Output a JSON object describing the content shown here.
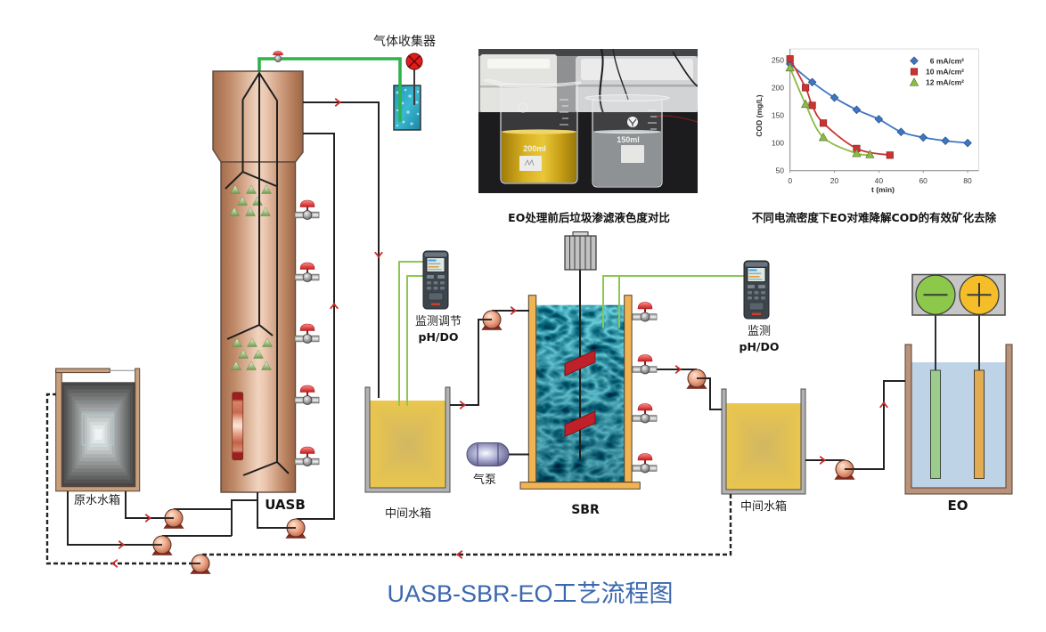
{
  "title": "UASB-SBR-EO工艺流程图",
  "colors": {
    "title": "#3b67ae",
    "pipe": "#222222",
    "flow_arrow": "#d02a2a",
    "gas_line": "#2db34a",
    "probe_line": "#8cc850",
    "raw_water_edge": "#474747",
    "raw_water_center": "#eef4f4",
    "intermediate_liquid_edge": "#eac64e",
    "intermediate_liquid_center": "#d3b862",
    "sbr_water": "#2f95a8",
    "sbr_frame": "#f2b452",
    "stirrer_blade": "#c0202a",
    "eo_liquid": "#bfd3e6",
    "eo_cathode": "#9ccc8c",
    "eo_anode": "#e2ac52",
    "power_negative": "#8cc84a",
    "power_positive": "#f5be28"
  },
  "gas_collection": {
    "label": "气体收集器",
    "meter_icon": "gas-flow-meter-icon"
  },
  "raw_water_tank": {
    "label": "原水水箱"
  },
  "uasb": {
    "label": "UASB"
  },
  "intermediate_tank_1": {
    "label": "中间水箱",
    "monitor": {
      "lines": [
        "监测调节",
        "pH/DO"
      ]
    }
  },
  "gas_pump": {
    "label": "气泵"
  },
  "sbr": {
    "label": "SBR"
  },
  "intermediate_tank_2": {
    "label": "中间水箱",
    "monitor": {
      "lines": [
        "监测",
        "pH/DO"
      ]
    }
  },
  "eo": {
    "label": "EO",
    "power_supply": {
      "negative_terminal_icon": "minus-icon",
      "positive_terminal_icon": "plus-icon"
    }
  },
  "photo": {
    "caption": "EO处理前后垃圾渗滤液色度对比",
    "beaker_labels": [
      "200ml",
      "150ml"
    ]
  },
  "chart_data": {
    "type": "line",
    "smooth": true,
    "title": "不同电流密度下EO对难降解COD的有效矿化去除",
    "xlabel": "t (min)",
    "ylabel": "COD (mg/L)",
    "xlim": [
      0,
      85
    ],
    "ylim": [
      50,
      270
    ],
    "xticks": [
      0,
      20,
      40,
      60,
      80
    ],
    "yticks": [
      50,
      100,
      150,
      200,
      250
    ],
    "grid": false,
    "legend_position": "top-right",
    "series": [
      {
        "name": "6 mA/cm²",
        "marker": "diamond",
        "color": "#3d76c4",
        "x": [
          0,
          10,
          20,
          30,
          40,
          50,
          60,
          70,
          80
        ],
        "y": [
          243,
          210,
          182,
          160,
          143,
          120,
          110,
          104,
          100
        ]
      },
      {
        "name": "10 mA/cm²",
        "marker": "square",
        "color": "#cc3333",
        "x": [
          0,
          7,
          10,
          15,
          30,
          45
        ],
        "y": [
          252,
          200,
          168,
          136,
          90,
          78
        ]
      },
      {
        "name": "12 mA/cm²",
        "marker": "triangle",
        "color": "#8dbb46",
        "x": [
          0,
          7,
          15,
          30,
          36
        ],
        "y": [
          236,
          170,
          110,
          81,
          79
        ]
      }
    ]
  }
}
